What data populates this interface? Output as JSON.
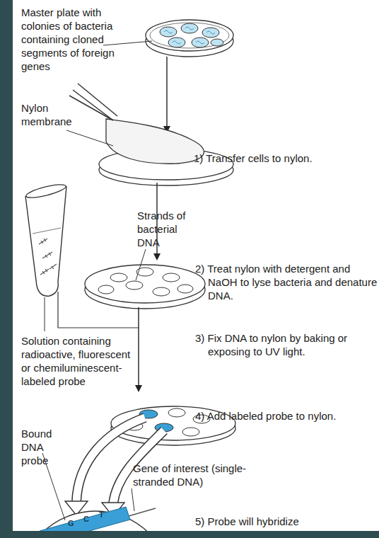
{
  "diagram": {
    "labels": [
      "Master plate with colonies of bacteria containing cloned segments of foreign genes",
      "Nylon membrane",
      "1) Transfer cells to nylon.",
      "Strands of bacterial DNA",
      "2) Treat nylon with detergent and NaOH to lyse bacteria and denature DNA.",
      "Solution containing radioactive, fluorescent or chemiluminescent-labeled probe",
      "3) Fix DNA to nylon by baking or exposing to UV light.",
      "4) Add labeled probe to nylon.",
      "Bound DNA probe",
      "Gene of interest (single-stranded DNA)",
      "5) Probe will hybridize",
      "G",
      "C",
      "T"
    ]
  }
}
